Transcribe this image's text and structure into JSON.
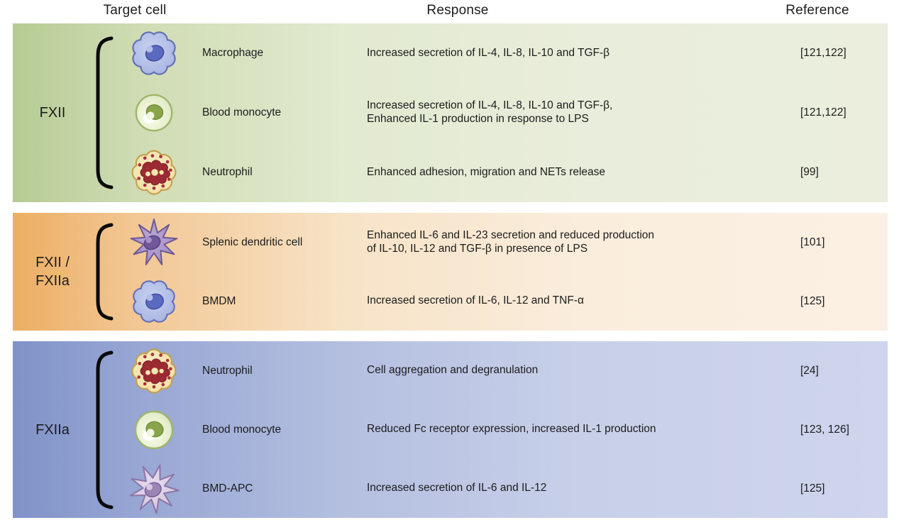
{
  "header": {
    "target_cell": "Target cell",
    "response": "Response",
    "reference": "Reference"
  },
  "sections": [
    {
      "factor": "FXII",
      "band_color_left": "#b6cb93",
      "band_color_right": "#ebeedd",
      "rows": [
        {
          "icon": "macrophage-icon",
          "cell": "Macrophage",
          "response": "Increased secretion of IL-4, IL-8, IL-10 and TGF-β",
          "reference": "[121,122]"
        },
        {
          "icon": "blood-monocyte-icon",
          "cell": "Blood monocyte",
          "response": "Increased secretion of IL-4, IL-8, IL-10 and TGF-β,\nEnhanced IL-1 production in response to LPS",
          "reference": "[121,122]"
        },
        {
          "icon": "neutrophil-icon",
          "cell": "Neutrophil",
          "response": "Enhanced adhesion, migration and NETs release",
          "reference": "[99]"
        }
      ]
    },
    {
      "factor": "FXII /\nFXIIa",
      "band_color_left": "#ecae62",
      "band_color_right": "#fbf0e3",
      "rows": [
        {
          "icon": "dendritic-cell-icon",
          "cell": "Splenic dendritic cell",
          "response": "Enhanced IL-6 and IL-23 secretion and reduced production\nof IL-10, IL-12 and TGF-β in presence of LPS",
          "reference": "[101]"
        },
        {
          "icon": "macrophage-icon",
          "cell": "BMDM",
          "response": "Increased secretion of IL-6, IL-12 and TNF-α",
          "reference": "[125]"
        }
      ]
    },
    {
      "factor": "FXIIa",
      "band_color_left": "#8092c8",
      "band_color_right": "#ced5ec",
      "rows": [
        {
          "icon": "neutrophil-icon",
          "cell": "Neutrophil",
          "response": "Cell aggregation and degranulation",
          "reference": "[24]"
        },
        {
          "icon": "blood-monocyte-icon",
          "cell": "Blood monocyte",
          "response": "Reduced Fc receptor expression, increased IL-1 production",
          "reference": "[123, 126]"
        },
        {
          "icon": "bmd-apc-icon",
          "cell": "BMD-APC",
          "response": "Increased secretion of IL-6 and IL-12",
          "reference": "[125]"
        }
      ]
    }
  ]
}
